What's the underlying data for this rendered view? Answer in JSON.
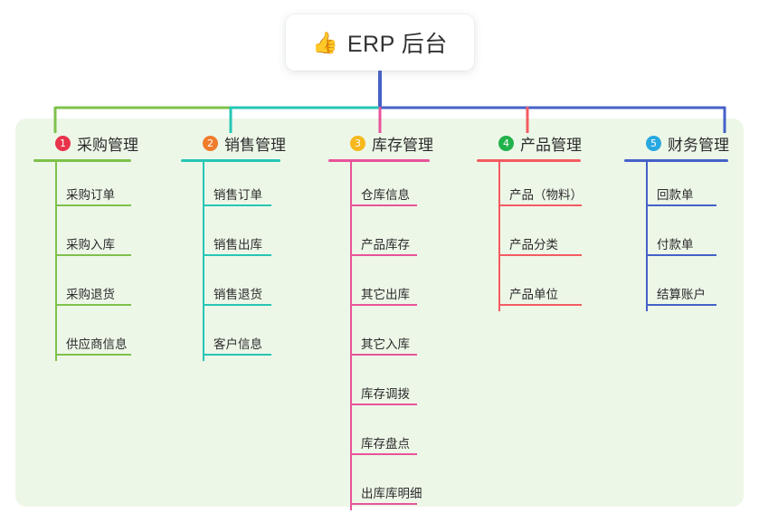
{
  "root": {
    "icon": "thumbs-up-emoji",
    "icon_glyph": "👍",
    "title": "ERP 后台"
  },
  "palette": {
    "panel_background": "#edf7e8",
    "page_background": "#ffffff",
    "text": "#2b2b2b",
    "root_stem": "#4561c8"
  },
  "columns": [
    {
      "number": "1",
      "title": "采购管理",
      "badge_color": "#e8334a",
      "line_color": "#7ec14b",
      "items": [
        {
          "label": "采购订单"
        },
        {
          "label": "采购入库"
        },
        {
          "label": "采购退货"
        },
        {
          "label": "供应商信息"
        }
      ]
    },
    {
      "number": "2",
      "title": "销售管理",
      "badge_color": "#f07c2e",
      "line_color": "#26c6b5",
      "items": [
        {
          "label": "销售订单"
        },
        {
          "label": "销售出库"
        },
        {
          "label": "销售退货"
        },
        {
          "label": "客户信息"
        }
      ]
    },
    {
      "number": "3",
      "title": "库存管理",
      "badge_color": "#f6b81c",
      "line_color": "#e8539a",
      "items": [
        {
          "label": "仓库信息"
        },
        {
          "label": "产品库存"
        },
        {
          "label": "其它出库"
        },
        {
          "label": "其它入库"
        },
        {
          "label": "库存调拨"
        },
        {
          "label": "库存盘点"
        },
        {
          "label": "出库库明细"
        }
      ]
    },
    {
      "number": "4",
      "title": "产品管理",
      "badge_color": "#21b24b",
      "line_color": "#f45b62",
      "items": [
        {
          "label": "产品（物料）"
        },
        {
          "label": "产品分类"
        },
        {
          "label": "产品单位"
        }
      ]
    },
    {
      "number": "5",
      "title": "财务管理",
      "badge_color": "#29a8e0",
      "line_color": "#4561c8",
      "items": [
        {
          "label": "回款单"
        },
        {
          "label": "付款单"
        },
        {
          "label": "结算账户"
        }
      ]
    }
  ]
}
